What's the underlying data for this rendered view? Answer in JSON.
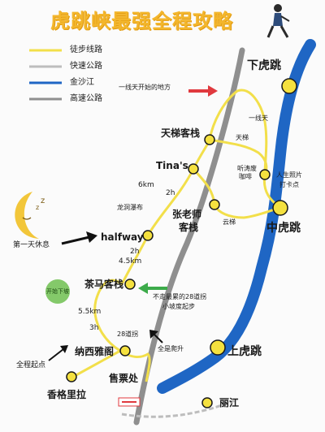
{
  "title": "虎跳峡最强全程攻略",
  "legend": [
    {
      "label": "徒步线路",
      "color": "#f2df4a"
    },
    {
      "label": "快速公路",
      "color": "#bdbdbd"
    },
    {
      "label": "金沙江",
      "color": "#1f66c4"
    },
    {
      "label": "高速公路",
      "color": "#8f8f8f"
    }
  ],
  "places": {
    "xia_hutiao": "下虎跳",
    "zhong_hutiao": "中虎跳",
    "shang_hutiao": "上虎跳",
    "tianti_inn": "天梯客栈",
    "tinas": "Tina's",
    "zhang_inn_line1": "张老师",
    "zhang_inn_line2": "客栈",
    "halfway": "halfway",
    "chama_inn": "茶马客栈",
    "naxi_yage": "纳西雅阁",
    "shangri_la": "香格里拉",
    "lijiang": "丽江",
    "ticket_office": "售票处"
  },
  "labels": {
    "yixiantian_start": "一线天开始的地方",
    "yixiantian": "一线天",
    "tianti": "天梯",
    "tingtao_line1": "听涛废",
    "tingtao_line2": "咖啡",
    "photo_spot_line1": "人生照片",
    "photo_spot_line2": "打卡点",
    "waterfall": "龙洞瀑布",
    "yunti": "云梯",
    "d6km": "6km",
    "d2h_top": "2h",
    "d2h_mid": "2h",
    "d45km": "4.5km",
    "d55km": "5.5km",
    "d3h": "3h",
    "bends28": "28道拐",
    "day1_rest": "第一天休息",
    "skip_line1": "不走最累的28道拐",
    "skip_line2": "小坡度起步",
    "bubble": "开始下坡",
    "all_uphill": "全是爬升",
    "full_start": "全程起点"
  },
  "colors": {
    "trail": "#f2df4a",
    "river": "#1f66c4",
    "road": "#bdbdbd",
    "highway": "#8f8f8f",
    "stop": "#f5e13f",
    "title": "#f3b62c",
    "arrow_red": "#e0393e",
    "arrow_green": "#3cab4a"
  }
}
